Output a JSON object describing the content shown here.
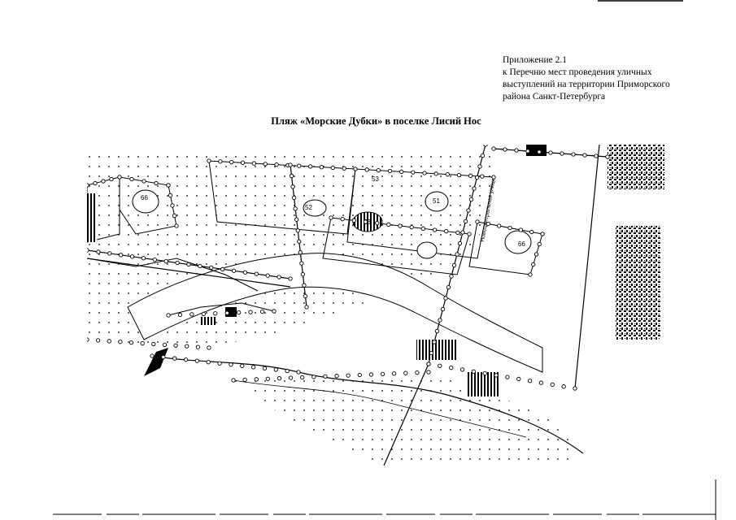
{
  "appendix": {
    "lines": [
      "Приложение 2.1",
      "к Перечню мест проведения уличных",
      "выступлений на территории Приморского",
      "района Санкт-Петербурга"
    ]
  },
  "title": "Пляж «Морские Дубки» в поселке Лисий Нос",
  "map": {
    "street_label": "Новоцентральная улица",
    "plot_labels": [
      "66",
      "52",
      "53",
      "53",
      "51",
      "66"
    ],
    "colors": {
      "ink": "#000000",
      "paper": "#ffffff"
    },
    "icons": [
      "boundary-node-icon"
    ]
  }
}
